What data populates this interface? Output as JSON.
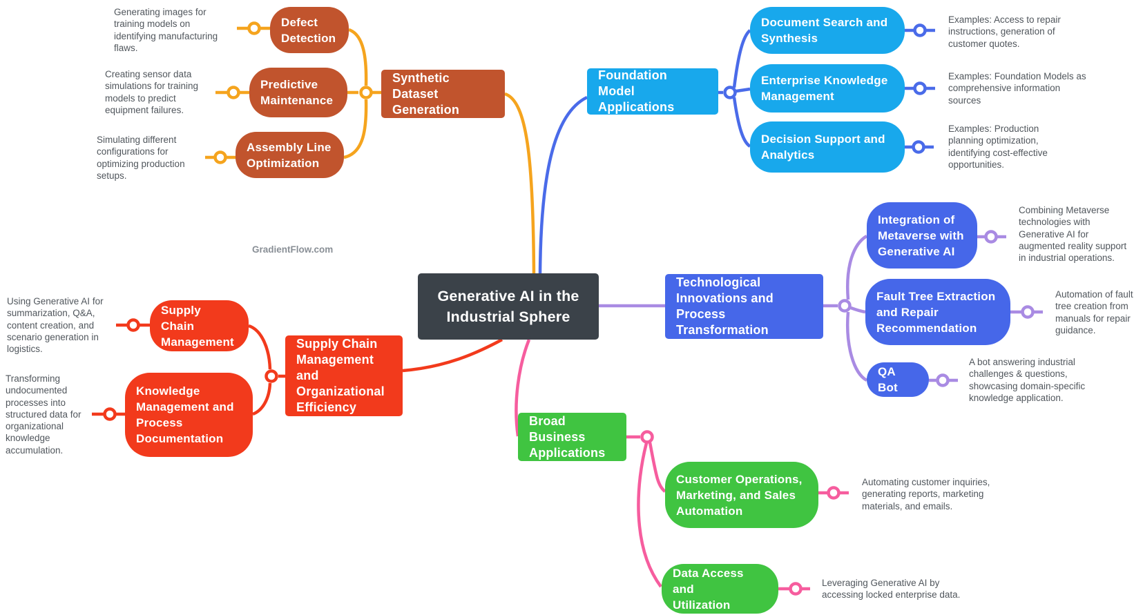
{
  "title": "Generative AI in the Industrial Sphere",
  "watermark": "GradientFlow.com",
  "colors": {
    "center_node": "#3B4249",
    "synthetic_node": "#C1542D",
    "synthetic_link": "#F5A41E",
    "foundation_node": "#18A8EC",
    "foundation_link": "#4A6BE9",
    "tech_node": "#4667E9",
    "tech_link": "#A98BE3",
    "supply_node": "#F23A1C",
    "supply_link": "#F23A1C",
    "broad_node": "#40C441",
    "broad_link": "#F65D9E",
    "annotation_text": "#50565C",
    "watermark_text": "#898F96"
  },
  "center": {
    "label": "Generative AI in the\nIndustrial Sphere"
  },
  "branches": [
    {
      "name": "synthetic-dataset-generation",
      "parent": {
        "label": "Synthetic Dataset\nGeneration"
      },
      "children": [
        {
          "label": "Defect\nDetection",
          "note": "Generating images for\ntraining models on\nidentifying manufacturing\nflaws."
        },
        {
          "label": "Predictive\nMaintenance",
          "note": "Creating sensor data\nsimulations for training\nmodels to predict\nequipment failures."
        },
        {
          "label": "Assembly Line\nOptimization",
          "note": "Simulating different\nconfigurations for\noptimizing production\nsetups."
        }
      ]
    },
    {
      "name": "foundation-model-applications",
      "parent": {
        "label": "Foundation Model\nApplications"
      },
      "children": [
        {
          "label": "Document Search and\nSynthesis",
          "note": "Examples: Access to repair\ninstructions, generation of\ncustomer quotes."
        },
        {
          "label": "Enterprise Knowledge\nManagement",
          "note": "Examples: Foundation Models as\ncomprehensive information\nsources"
        },
        {
          "label": "Decision Support and\nAnalytics",
          "note": "Examples: Production\nplanning optimization,\nidentifying cost-effective\nopportunities."
        }
      ]
    },
    {
      "name": "technological-innovations",
      "parent": {
        "label": "Technological\nInnovations and\nProcess Transformation"
      },
      "children": [
        {
          "label": "Integration of\nMetaverse with\nGenerative AI",
          "note": "Combining Metaverse\ntechnologies with\nGenerative AI for\naugmented reality support\nin industrial operations."
        },
        {
          "label": "Fault Tree Extraction\nand Repair\nRecommendation",
          "note": "Automation of fault\ntree creation from\nmanuals for repair\nguidance."
        },
        {
          "label": "QA Bot",
          "note": "A bot answering industrial\nchallenges & questions,\nshowcasing domain-specific\nknowledge application."
        }
      ]
    },
    {
      "name": "supply-chain-org-efficiency",
      "parent": {
        "label": "Supply Chain\nManagement and\nOrganizational\nEfficiency"
      },
      "children": [
        {
          "label": "Supply Chain\nManagement",
          "note": "Using Generative AI for\nsummarization, Q&A,\ncontent creation, and\nscenario generation in\nlogistics."
        },
        {
          "label": "Knowledge\nManagement and\nProcess\nDocumentation",
          "note": "Transforming\nundocumented\nprocesses into\nstructured data for\norganizational\nknowledge\naccumulation."
        }
      ]
    },
    {
      "name": "broad-business-applications",
      "parent": {
        "label": "Broad Business\nApplications"
      },
      "children": [
        {
          "label": "Customer Operations,\nMarketing, and Sales\nAutomation",
          "note": "Automating customer inquiries,\ngenerating reports, marketing\nmaterials, and emails."
        },
        {
          "label": "Data Access and\nUtilization",
          "note": "Leveraging Generative AI by\naccessing locked enterprise data."
        }
      ]
    }
  ]
}
